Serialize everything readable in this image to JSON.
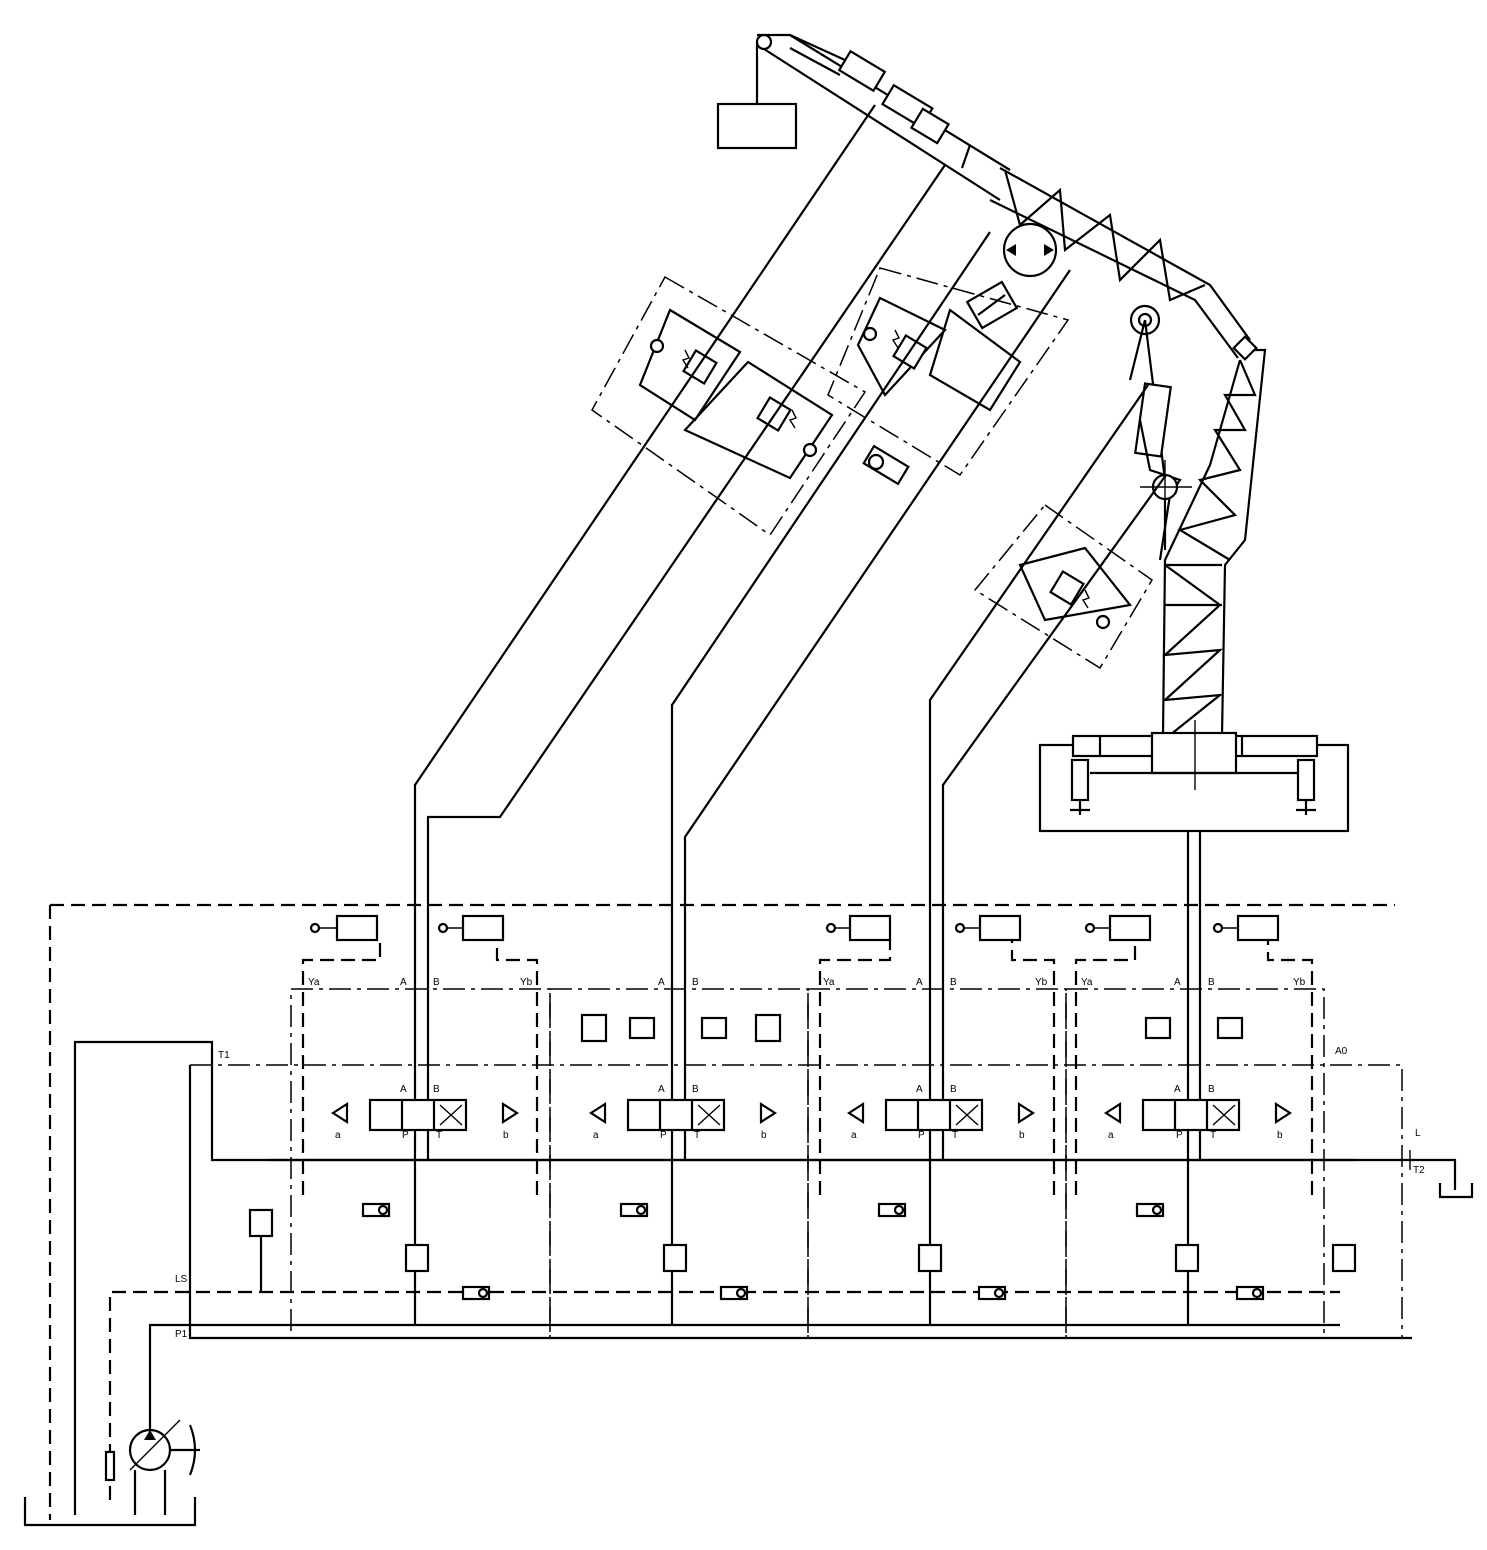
{
  "diagram": {
    "colors": {
      "line": "#000000",
      "background": "#ffffff"
    },
    "section_labels": {
      "ya": "Ya",
      "yb": "Yb",
      "a": "A",
      "b": "B",
      "a_small": "a",
      "b_small": "b",
      "p": "P",
      "t": "T"
    },
    "port_labels": {
      "t1": "T1",
      "ls": "LS",
      "p1": "P1",
      "a0": "A0",
      "l": "L",
      "t2": "T2"
    },
    "icons": [
      "pump-icon",
      "motor-icon",
      "relief-valve-icon",
      "check-valve-icon",
      "cylinder-icon",
      "directional-valve-icon",
      "tank-icon",
      "load-weight-icon",
      "pulley-icon"
    ]
  }
}
